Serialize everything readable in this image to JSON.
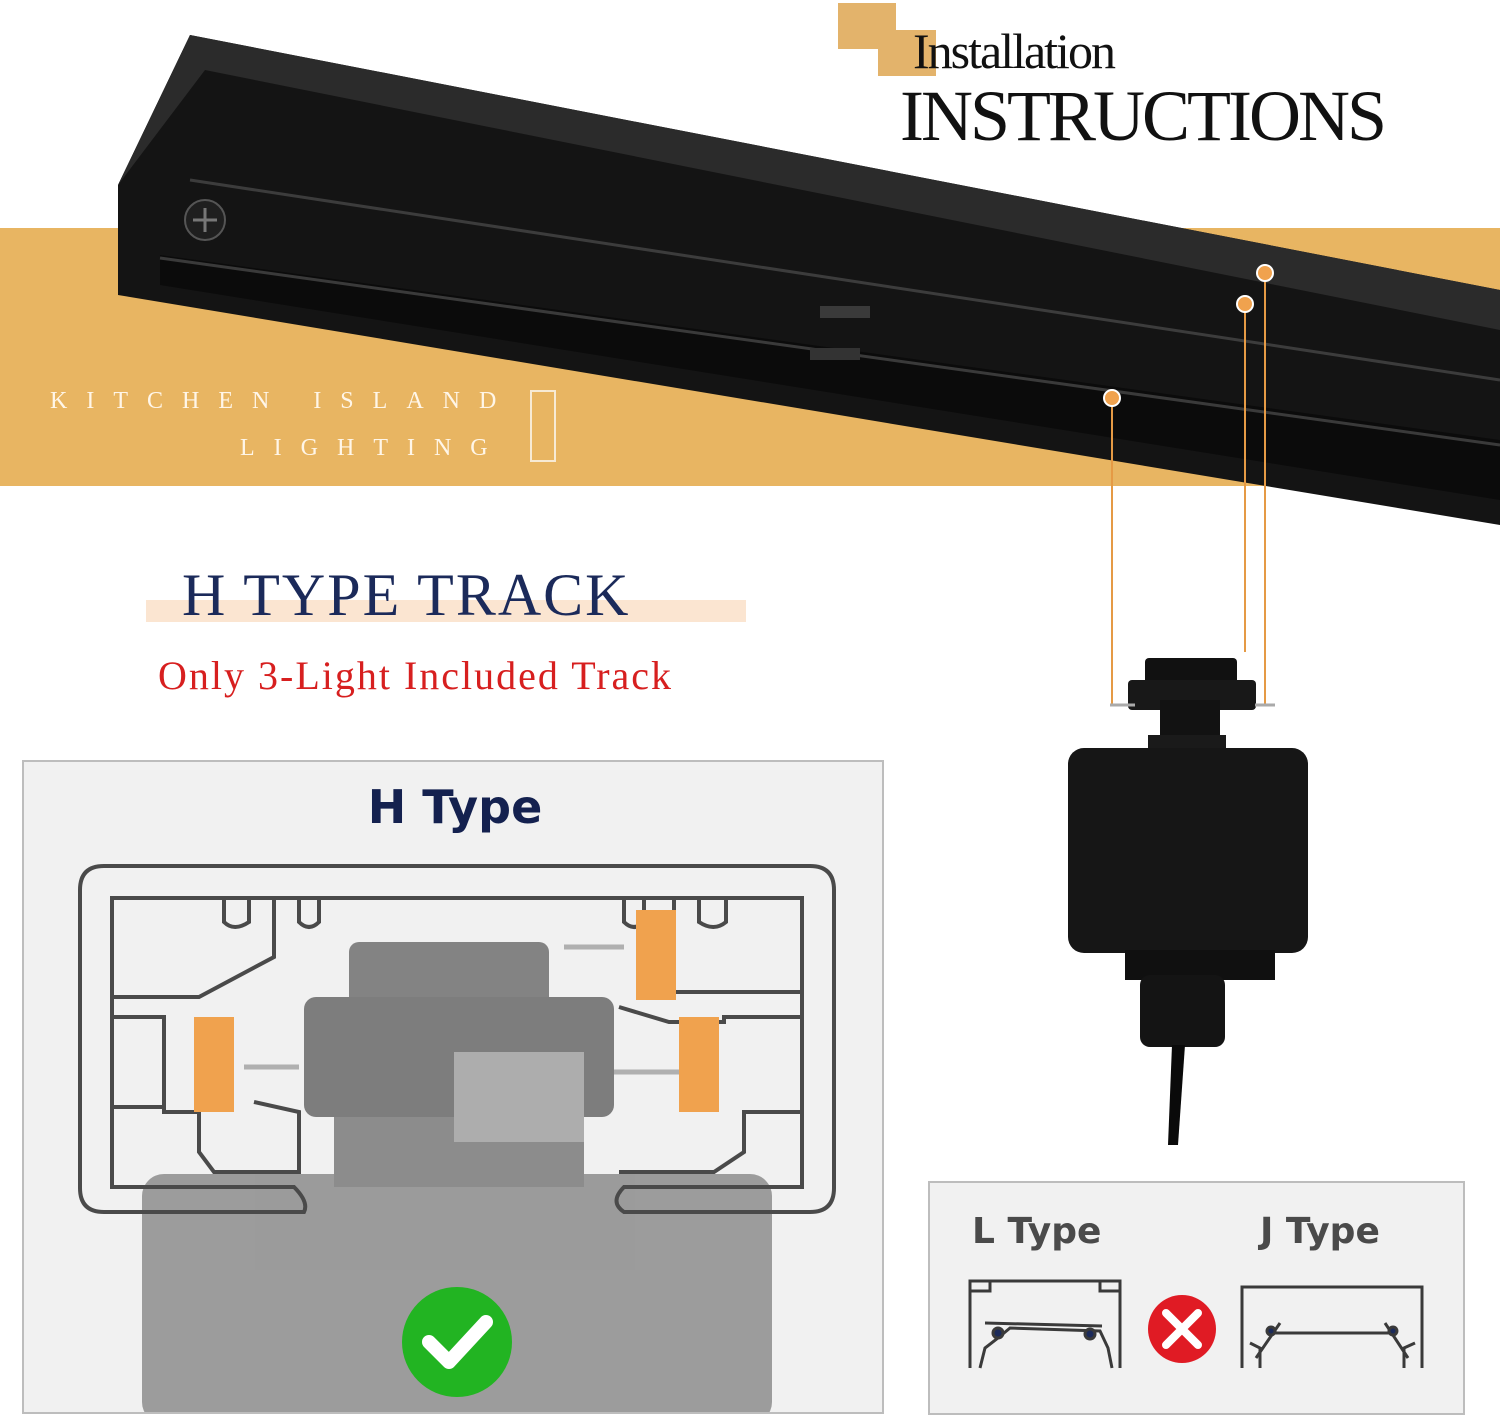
{
  "header": {
    "title_line1": "Installation",
    "title_line2": "INSTRUCTIONS"
  },
  "brand": {
    "line1": "KITCHEN ISLAND",
    "line2": "LIGHTING"
  },
  "track_section": {
    "title": "H TYPE TRACK",
    "subtitle": "Only 3-Light Included Track"
  },
  "h_type_panel": {
    "label": "H Type",
    "status_icon": "green-check-icon"
  },
  "compare_panel": {
    "l_label": "L Type",
    "j_label": "J Type",
    "status_icon": "red-x-icon"
  },
  "colors": {
    "accent_orange": "#e8b562",
    "title_navy": "#1b2a5a",
    "subtitle_red": "#d71f1f",
    "check_green": "#22b422",
    "cross_red": "#e01b24",
    "contact_orange": "#f0a24e"
  }
}
